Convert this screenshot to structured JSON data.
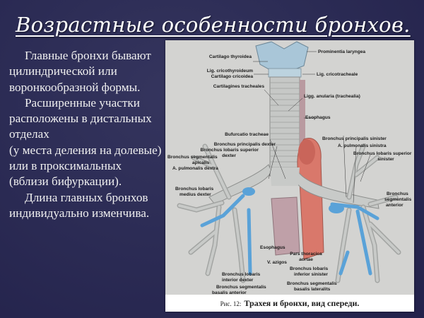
{
  "slide": {
    "title": "Возрастные особенности бронхов.",
    "paragraphs": [
      {
        "text": "Главные бронхи бывают цилиндрической или воронкообразной формы."
      },
      {
        "text": "Расширенные участки расположены в дистальных отделах"
      },
      {
        "text": "(у места деления на долевые) или в проксимальных (вблизи бифуркации)."
      },
      {
        "text": "Длина главных бронхов индивидуально изменчива."
      }
    ]
  },
  "figure": {
    "caption_number": "Рис. 12:",
    "caption_text": "Трахея и бронхи, вид спереди.",
    "labels": {
      "cartilago_thyroidea": "Cartilago thyroidea",
      "prominentia_laryngea": "Prominentia laryngea",
      "lig_cricothyroideum": "Lig. cricothyroideum",
      "cartilago_cricoidea": "Cartilago cricoidea",
      "lig_cricotracheale": "Lig. cricotracheale",
      "cartilagines_tracheales": "Cartilagines tracheales",
      "ligg_anularia": "Ligg. anularia (trachealia)",
      "esophagus_top": "Esophagus",
      "bifurcatio_tracheae": "Bufurcatio tracheae",
      "bronchus_principalis_dexter": "Bronchus principalis dexter",
      "bronchus_principalis_sinister": "Bronchus principalis sinister",
      "bronchus_lobaris_superior_dexter_1": "Bronchus  lobaris  superior",
      "bronchus_lobaris_superior_dexter_2": "dexter",
      "a_pulmonalis_sinistra": "A. pulmonalis sinistra",
      "bronchus_lobaris_superior_sinister_1": "Bronchus lobaris superior",
      "bronchus_lobaris_superior_sinister_2": "sinister",
      "bronchus_segmentalis_apicalis_1": "Bronchus segmentalis",
      "bronchus_segmentalis_apicalis_2": "apicalis",
      "a_pulmonalis_dextra": "A. pulmonalis dextra",
      "bronchus_lobaris_medius_dexter_1": "Bronchus  lobaris",
      "bronchus_lobaris_medius_dexter_2": "medius dexter",
      "bronchus_segmentalis_anterior_1": "Bronchus",
      "bronchus_segmentalis_anterior_2": "segmentalis",
      "bronchus_segmentalis_anterior_3": "anterior",
      "esophagus_bottom": "Esophagus",
      "pars_thoracica_aortae_1": "Pars thoracica",
      "pars_thoracica_aortae_2": "aortae",
      "v_azigos": "V. azigos",
      "bronchus_lobaris_inferior_sinister_1": "Bronchus  lobaris",
      "bronchus_lobaris_inferior_sinister_2": "inferior sinister",
      "bronchus_lobaris_interior_dexter_1": "Bronchus  lobaris",
      "bronchus_lobaris_interior_dexter_2": "interior dexter",
      "bronchus_segmentalis_basalis_lateralis_1": "Bronchus segmentalis",
      "bronchus_segmentalis_basalis_lateralis_2": "basalis lateralits",
      "bronchus_segmentalis_basalis_anterior_1": "Bronchus  segmentalis",
      "bronchus_segmentalis_basalis_anterior_2": "basalis anterior"
    }
  },
  "colors": {
    "background": "#2c2c55",
    "text": "#f0f0f0",
    "figure_bg": "#d3d3d1",
    "trachea": "#c9cbc9",
    "vessel_blue": "#5aa2d8",
    "aorta_red": "#d9776a",
    "esophagus": "#b89aa2"
  }
}
